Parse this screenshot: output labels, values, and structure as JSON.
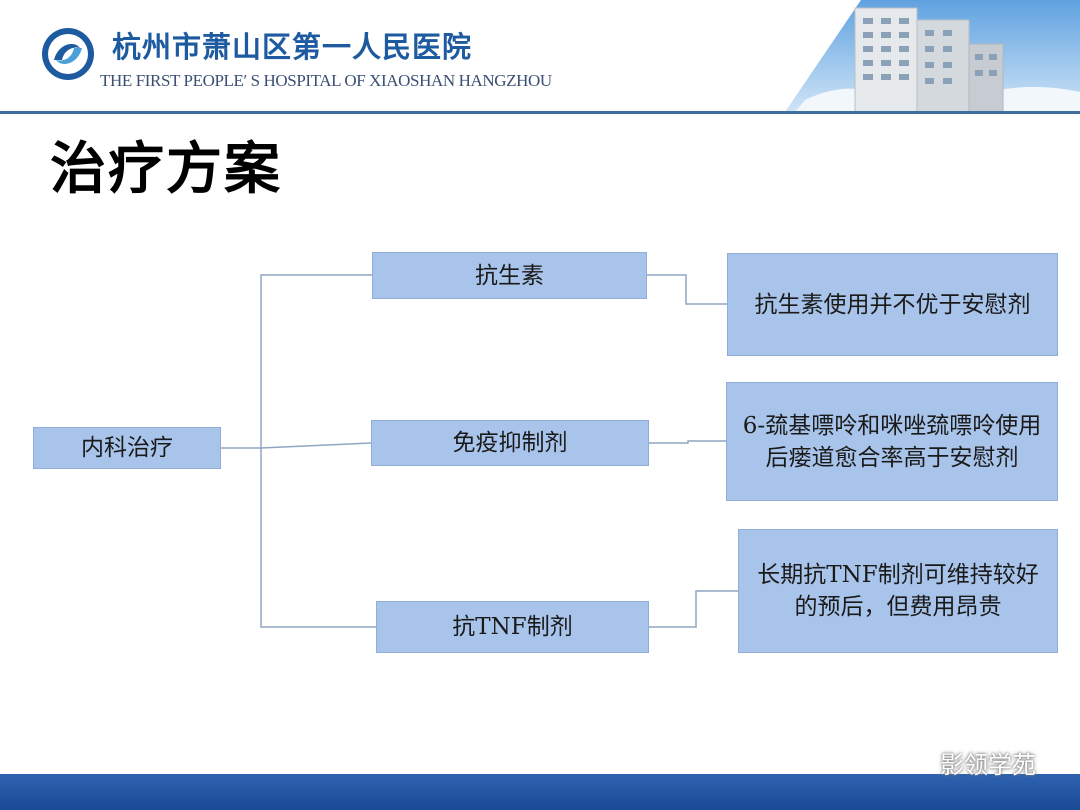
{
  "header": {
    "hospital_name_cn": "杭州市萧山区第一人民医院",
    "hospital_name_en": "THE FIRST PEOPLE′ S HOSPITAL OF XIAOSHAN HANGZHOU"
  },
  "slide": {
    "title": "治疗方案"
  },
  "diagram": {
    "root": "内科治疗",
    "branches": [
      {
        "label": "抗生素",
        "detail": "抗生素使用并不优于安慰剂"
      },
      {
        "label": "免疫抑制剂",
        "detail": "6-巯基嘌呤和咪唑巯嘌呤使用后瘘道愈合率高于安慰剂"
      },
      {
        "label": "抗TNF制剂",
        "detail": "长期抗TNF制剂可维持较好的预后，但费用昂贵"
      }
    ]
  },
  "watermark": {
    "text": "影领学苑",
    "icon": "wechat-icon"
  },
  "colors": {
    "node_fill": "#a9c4ea",
    "connector": "#8fa6c2",
    "footer": "#1e50a0",
    "brand_blue": "#1e5aa0"
  }
}
